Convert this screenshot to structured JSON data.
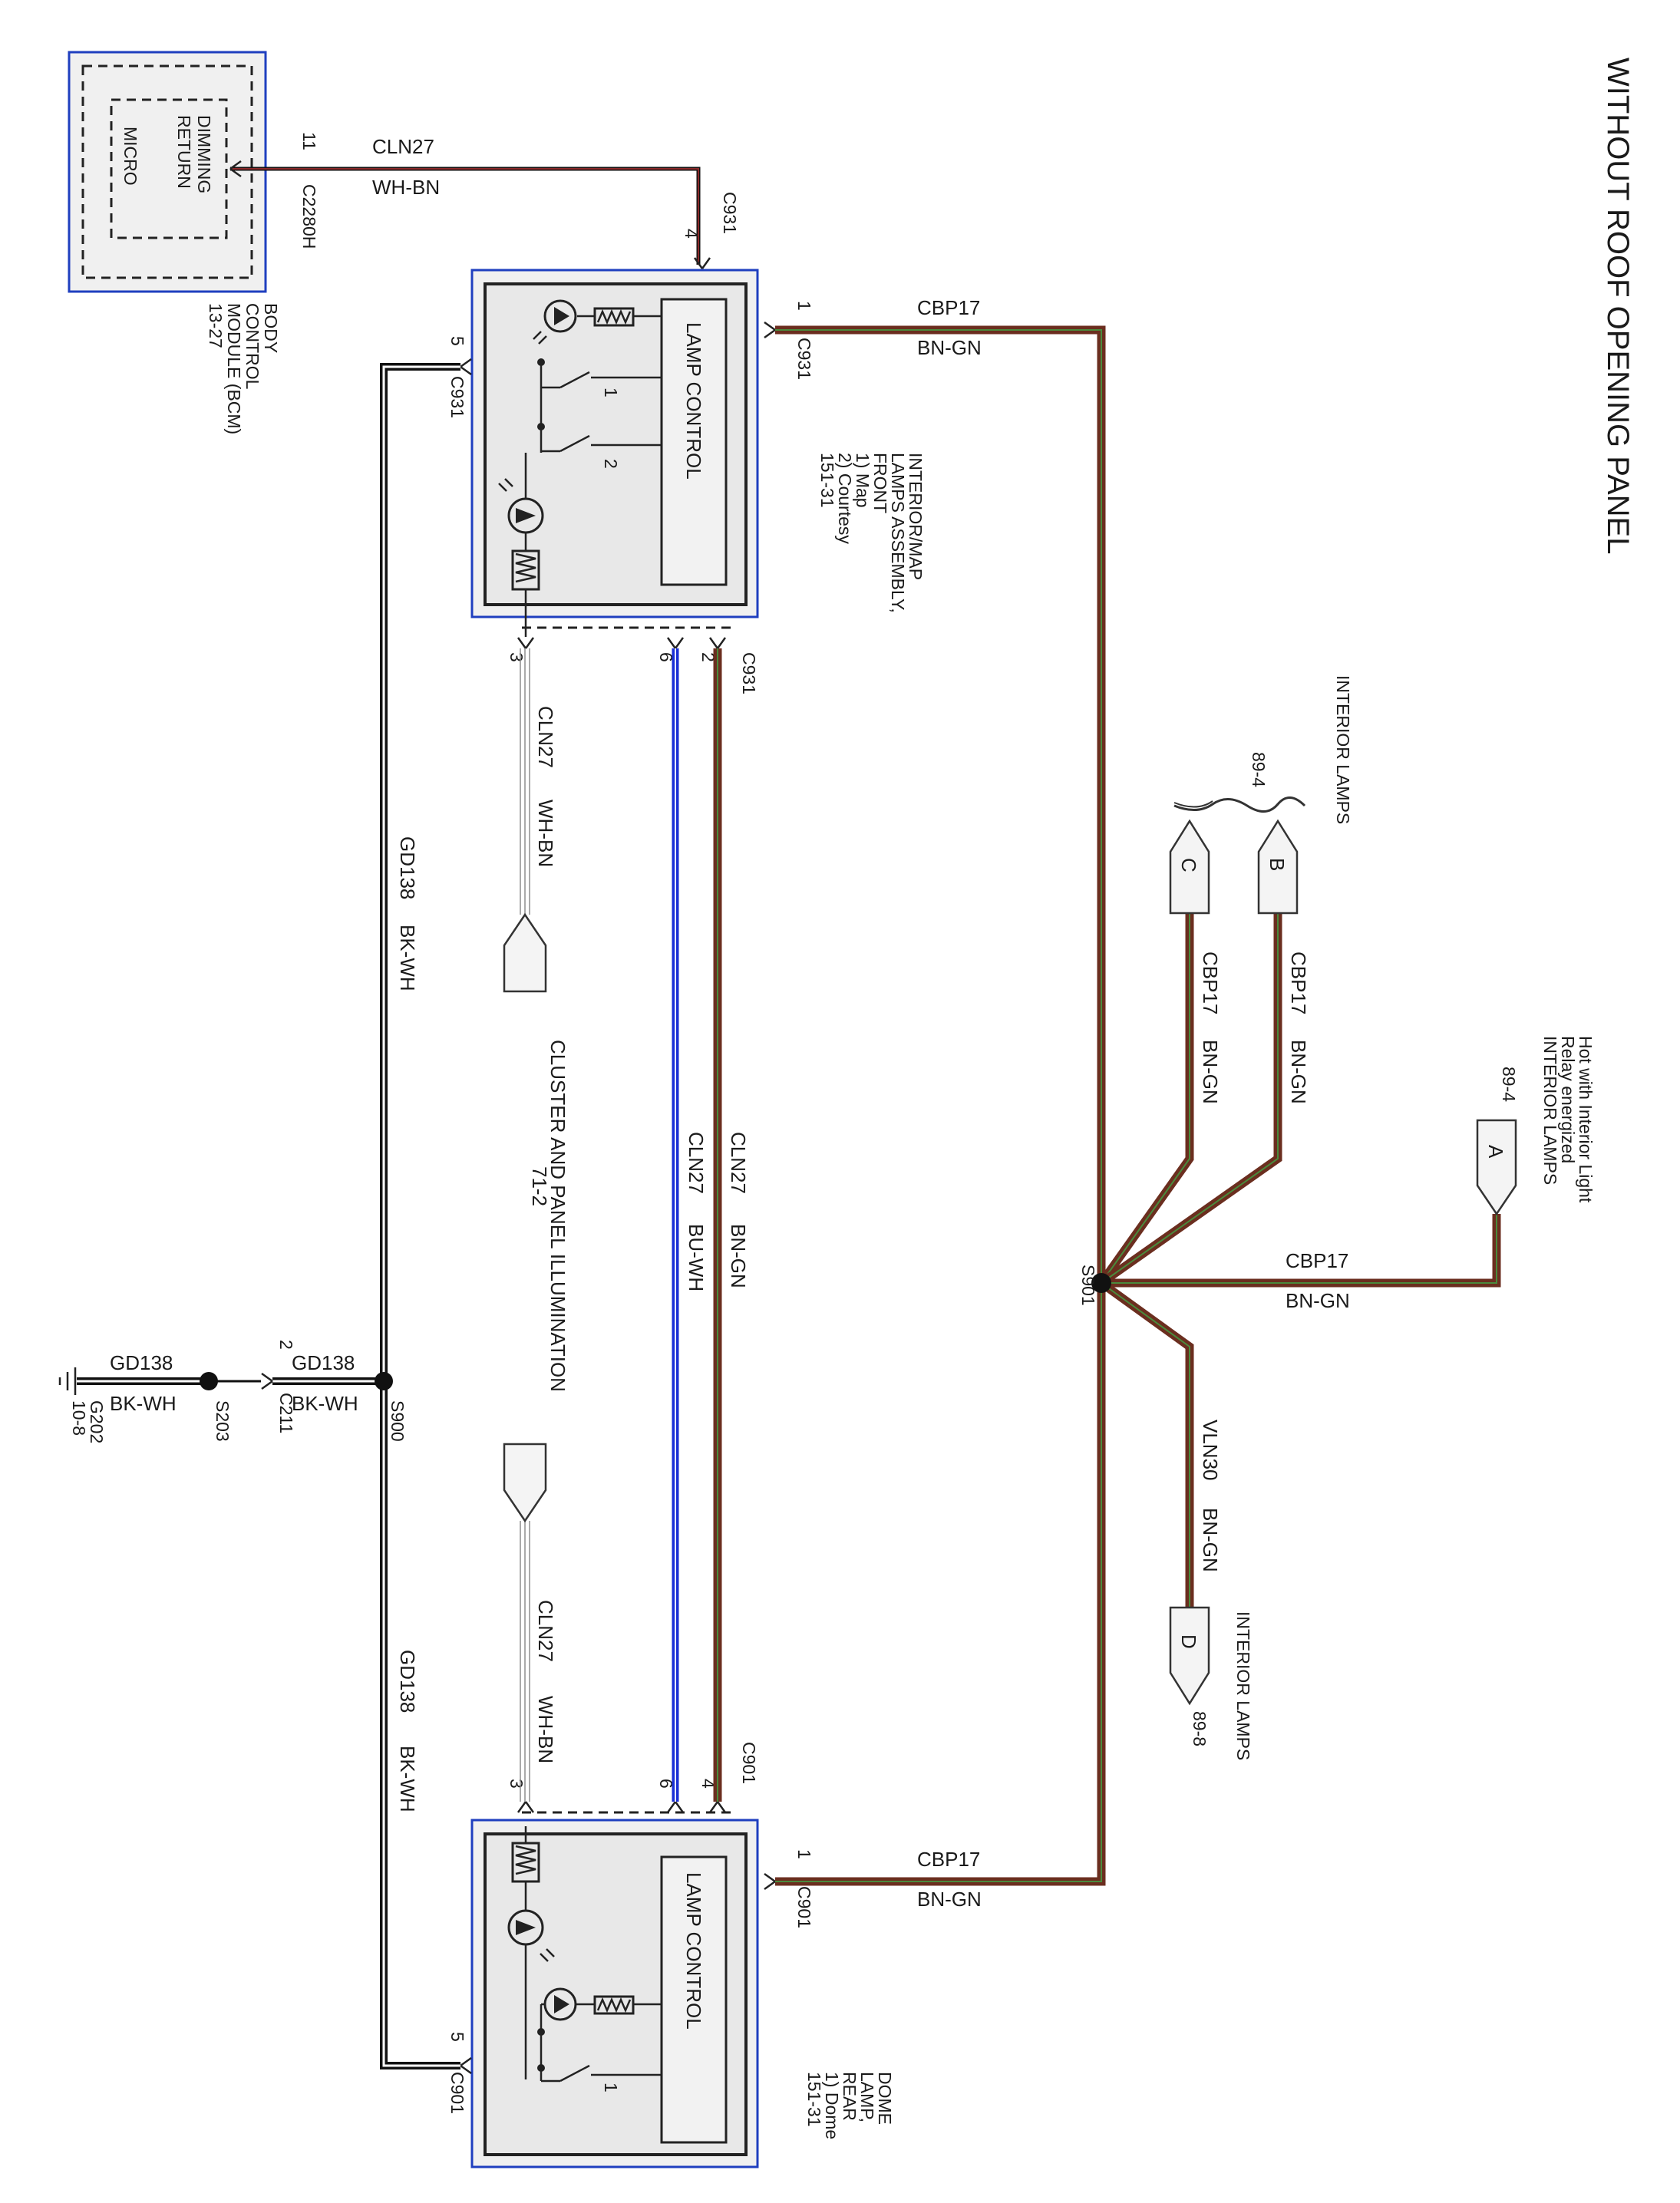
{
  "title": "WITHOUT ROOF OPENING PANEL",
  "colors": {
    "brown": "#6b2e1f",
    "brown_stripe": "#4a8a3c",
    "blue": "#1a2fd6",
    "black": "#111111",
    "box_border": "#1f3fbf"
  },
  "bcm": {
    "inner_lines": [
      "DIMMING",
      "RETURN",
      "MICRO"
    ],
    "name_lines": [
      "BODY",
      "CONTROL",
      "MODULE (BCM)",
      "13-27"
    ],
    "pin": "11",
    "connector": "C2280H"
  },
  "front_lamp": {
    "control_label": "LAMP CONTROL",
    "name_lines": [
      "INTERIOR/MAP",
      "LAMPS ASSEMBLY,",
      "FRONT",
      "1) Map",
      "2) Courtesy",
      "151-31"
    ],
    "switch_1": "1",
    "switch_2": "2",
    "pins": {
      "p4": "4",
      "p1": "1",
      "p5": "5",
      "p3": "3",
      "p6": "6",
      "p2": "2"
    },
    "connector": "C931"
  },
  "rear_lamp": {
    "control_label": "LAMP CONTROL",
    "name_lines": [
      "DOME",
      "LAMP,",
      "REAR",
      "1) Dome",
      "151-31"
    ],
    "switch_1": "1",
    "pins": {
      "p3": "3",
      "p6": "6",
      "p4": "4",
      "p1": "1",
      "p5": "5"
    },
    "connector": "C901"
  },
  "wires": {
    "cln27": "CLN27",
    "wh_bn": "WH-BN",
    "cbp17": "CBP17",
    "bn_gn": "BN-GN",
    "gd138": "GD138",
    "bk_wh": "BK-WH",
    "bu_wh": "BU-WH",
    "vln30": "VLN30"
  },
  "cluster_lines": [
    "CLUSTER AND PANEL ILLUMINATION",
    "71-2"
  ],
  "splices": {
    "s900": "S900",
    "s901": "S901",
    "s203": "S203"
  },
  "c211": {
    "pin": "2",
    "name": "C211"
  },
  "ground": {
    "name": "G202",
    "ref": "10-8"
  },
  "connectors": {
    "a": "A",
    "b": "B",
    "c": "C",
    "d": "D",
    "a_ref": "89-4",
    "bc_ref": "89-4",
    "d_ref": "89-8",
    "a_lines": [
      "Hot with Interior Light",
      "Relay energized",
      "INTERIOR LAMPS"
    ],
    "bc_label": "INTERIOR LAMPS",
    "d_label": "INTERIOR LAMPS"
  }
}
